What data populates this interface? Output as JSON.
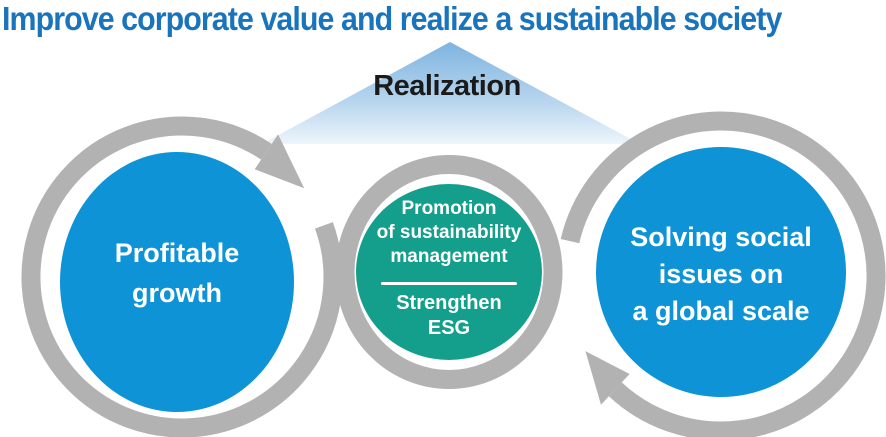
{
  "title": "Improve corporate value and realize a sustainable society",
  "triangle": {
    "label": "Realization"
  },
  "cycle_left": {
    "line1": "Profitable",
    "line2": "growth"
  },
  "cycle_center": {
    "line1": "Promotion",
    "line2": "of sustainability",
    "line3": "management",
    "line4": "Strengthen",
    "line5": "ESG"
  },
  "cycle_right": {
    "line1": "Solving social",
    "line2": "issues on",
    "line3": "a global scale"
  },
  "colors": {
    "title_blue": "#1a74bb",
    "circle_blue": "#0d93d6",
    "teal": "#149e8c",
    "ring_gray": "#b2b2b2",
    "triangle_top": "#7eb4e0",
    "triangle_mid": "#b9d6ee",
    "triangle_bottom": "#eef5fb",
    "text_white": "#ffffff",
    "realization_black": "#1a1a1a"
  }
}
